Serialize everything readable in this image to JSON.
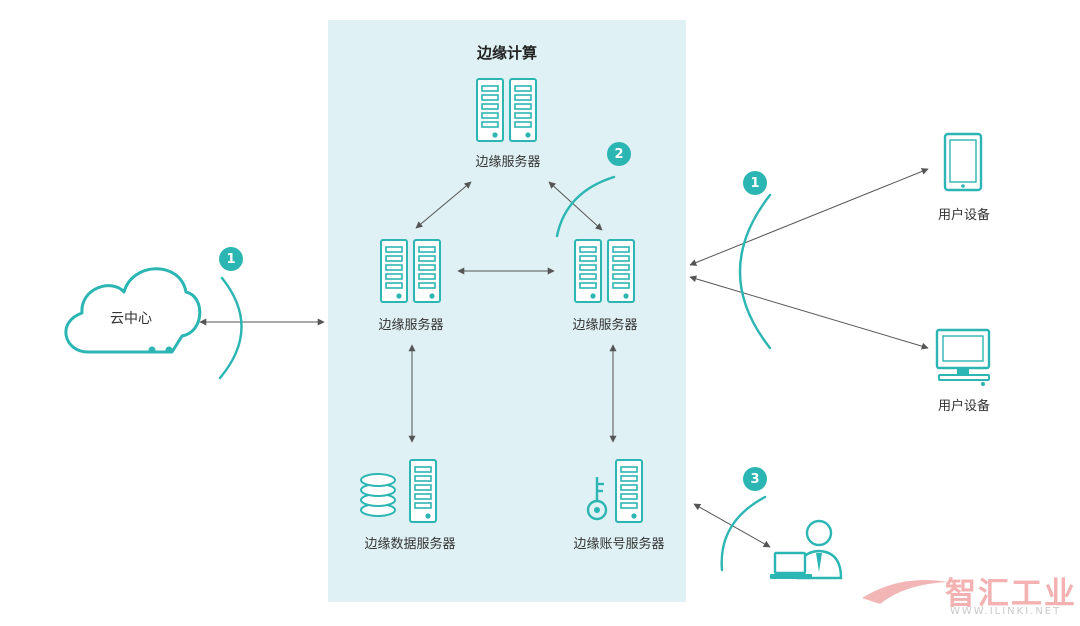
{
  "colors": {
    "accent": "#2bb5b3",
    "panel": "#dff1f4",
    "arrow": "#555555",
    "watermark": "#e45757"
  },
  "edge_panel": {
    "title": "边缘计算"
  },
  "nodes": {
    "cloud": {
      "label": "云中心",
      "icon": "cloud-icon"
    },
    "server_top": {
      "label": "边缘服务器",
      "icon": "server-rack-icon"
    },
    "server_left": {
      "label": "边缘服务器",
      "icon": "server-rack-icon"
    },
    "server_right": {
      "label": "边缘服务器",
      "icon": "server-rack-icon"
    },
    "data_server": {
      "label": "边缘数据服务器",
      "icon": "database-server-icon"
    },
    "account_server": {
      "label": "边缘账号服务器",
      "icon": "key-server-icon"
    },
    "tablet": {
      "label": "用户设备",
      "icon": "tablet-icon"
    },
    "monitor": {
      "label": "用户设备",
      "icon": "monitor-icon"
    },
    "admin": {
      "icon": "user-laptop-icon"
    }
  },
  "badges": {
    "cloud_link": "1",
    "edge_link": "2",
    "device_link": "1",
    "admin_link": "3"
  },
  "watermark": {
    "text": "智汇工业",
    "sub": "WWW.ILINKI.NET"
  }
}
